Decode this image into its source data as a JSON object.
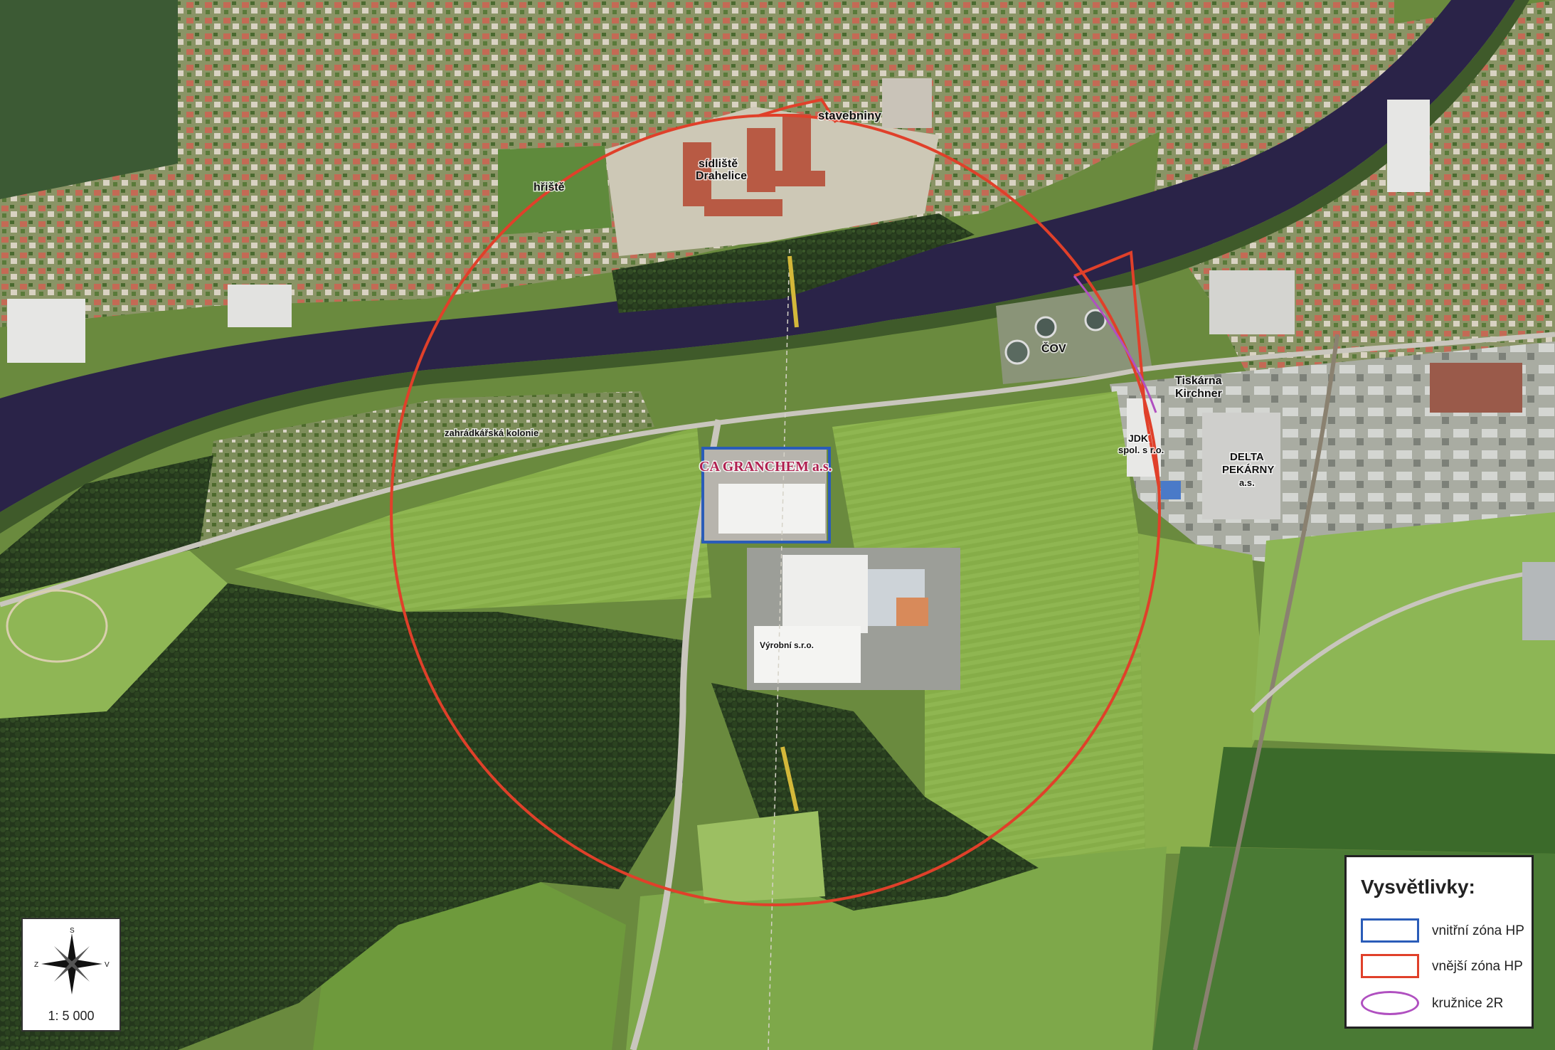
{
  "labels": {
    "stavebniny": "stavebniny",
    "sidliste": "sídliště",
    "drahelice": "Drahelice",
    "hriste": "hřiště",
    "cov": "ČOV",
    "tiskarna": "Tiskárna",
    "kirchner": "Kirchner",
    "zahradkarska": "zahrádkářská kolonie",
    "company": "CA GRANCHEM a.s.",
    "jdk1": "JDK",
    "jdk2": "spol. s r.o.",
    "delta1": "DELTA",
    "delta2": "PEKÁRNY",
    "delta3": "a.s.",
    "vyrobni": "Výrobní s.r.o."
  },
  "legend": {
    "title": "Vysvětlivky:",
    "items": [
      {
        "label": "vnitřní zóna HP",
        "color": "#2a5cb8"
      },
      {
        "label": "vnější zóna HP",
        "color": "#e0402a"
      },
      {
        "label": "kružnice 2R",
        "color": "#b050c0"
      }
    ]
  },
  "scale": {
    "text": "1: 5 000",
    "compass": {
      "north": "S",
      "west": "Z",
      "east": "V"
    }
  }
}
